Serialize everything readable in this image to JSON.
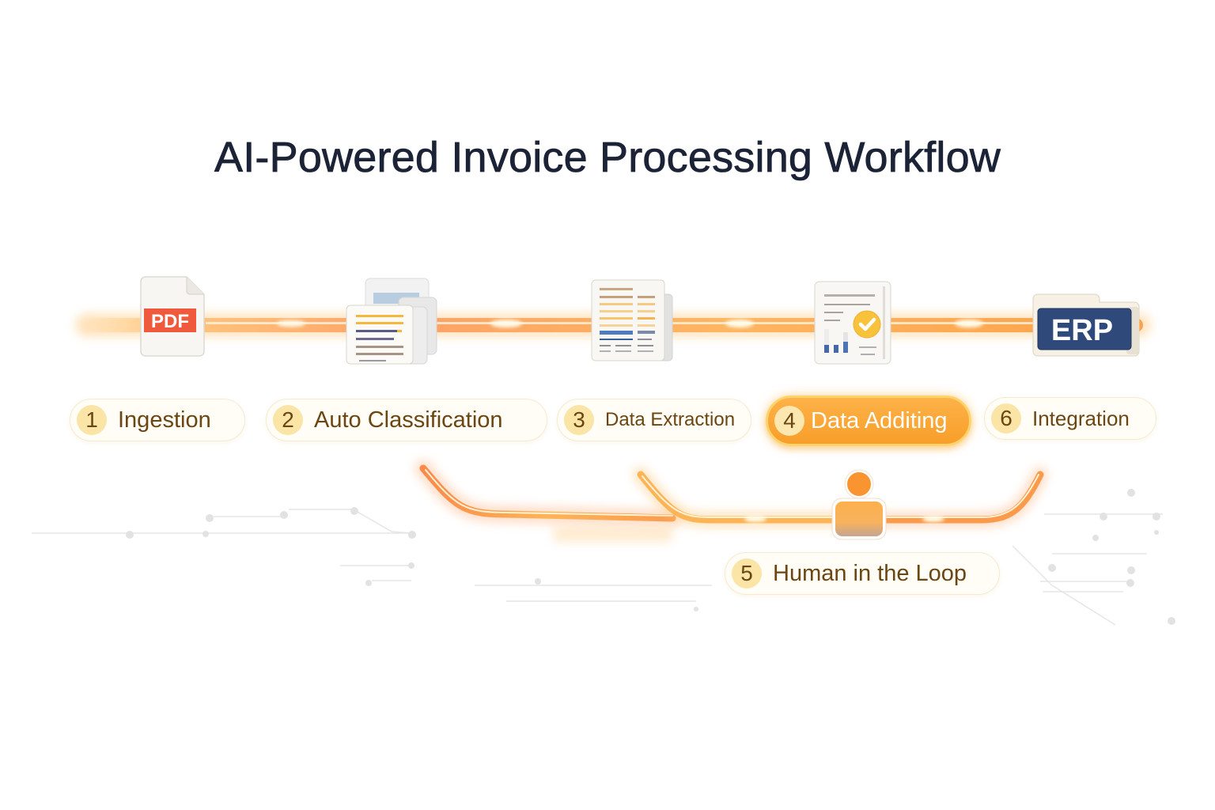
{
  "title": "AI-Powered Invoice Processing Workflow",
  "colors": {
    "title": "#1c2336",
    "flow_orange": "#fb9a3c",
    "flow_glow": "#ffd39a",
    "pill_bg": "#fffdf6",
    "pill_text": "#6b4512",
    "badge_bg": "#fbe5a6",
    "active_pill": "#f9a433",
    "pdf_red": "#f0573a",
    "erp_navy": "#2f4a7a",
    "check_yellow": "#f8c23c",
    "person_orange": "#fa9430"
  },
  "icons": {
    "pdf": {
      "name": "pdf-document-icon",
      "label": "PDF"
    },
    "classification": {
      "name": "stacked-documents-icon"
    },
    "extraction": {
      "name": "table-document-icon"
    },
    "auditing": {
      "name": "document-check-chart-icon"
    },
    "erp": {
      "name": "erp-folder-icon",
      "label": "ERP"
    },
    "human": {
      "name": "person-icon"
    }
  },
  "steps": [
    {
      "number": "1",
      "label": "Ingestion",
      "active": false
    },
    {
      "number": "2",
      "label": "Auto Classification",
      "active": false
    },
    {
      "number": "3",
      "label": "Data Extraction",
      "active": false
    },
    {
      "number": "4",
      "label": "Data Additing",
      "active": true
    },
    {
      "number": "6",
      "label": "Integration",
      "active": false
    },
    {
      "number": "5",
      "label": "Human in the Loop",
      "active": false
    }
  ]
}
